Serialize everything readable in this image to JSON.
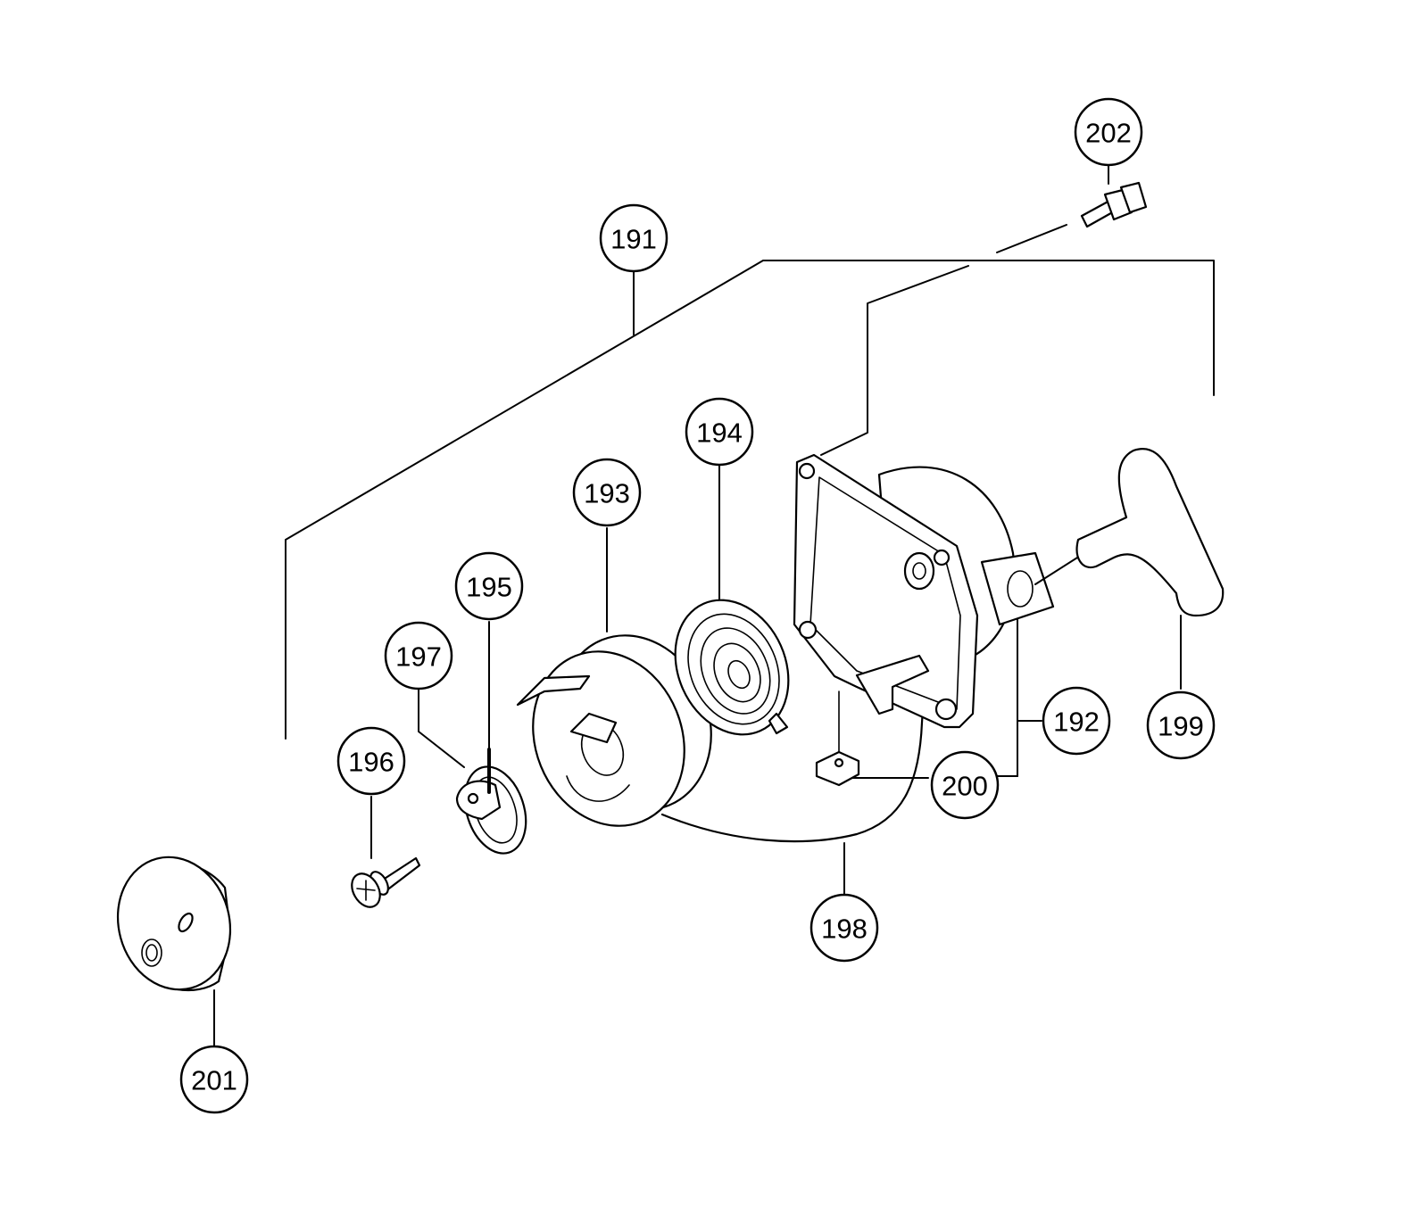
{
  "diagram": {
    "callouts": [
      {
        "id": "c191",
        "label": "191"
      },
      {
        "id": "c192",
        "label": "192"
      },
      {
        "id": "c193",
        "label": "193"
      },
      {
        "id": "c194",
        "label": "194"
      },
      {
        "id": "c195",
        "label": "195"
      },
      {
        "id": "c196",
        "label": "196"
      },
      {
        "id": "c197",
        "label": "197"
      },
      {
        "id": "c198",
        "label": "198"
      },
      {
        "id": "c199",
        "label": "199"
      },
      {
        "id": "c200",
        "label": "200"
      },
      {
        "id": "c201",
        "label": "201"
      },
      {
        "id": "c202",
        "label": "202"
      }
    ],
    "colors": {
      "line": "#000000",
      "background": "#ffffff"
    }
  }
}
